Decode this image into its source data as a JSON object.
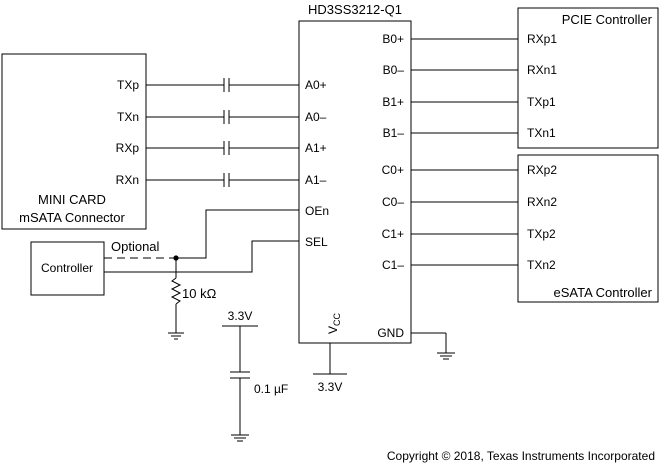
{
  "ic": {
    "name": "HD3SS3212-Q1",
    "left_pins": [
      "A0+",
      "A0–",
      "A1+",
      "A1–",
      "OEn",
      "SEL"
    ],
    "right_pins": [
      "B0+",
      "B0–",
      "B1+",
      "B1–",
      "C0+",
      "C0–",
      "C1+",
      "C1–",
      "GND"
    ],
    "vcc_main": "V",
    "vcc_sub": "CC",
    "vcc_supply": "3.3V"
  },
  "mini_card": {
    "title_line1": "MINI CARD",
    "title_line2": "mSATA Connector",
    "pins": [
      "TXp",
      "TXn",
      "RXp",
      "RXn"
    ]
  },
  "pcie": {
    "title": "PCIE Controller",
    "pins": [
      "RXp1",
      "RXn1",
      "TXp1",
      "TXn1"
    ]
  },
  "esata": {
    "title": "eSATA Controller",
    "pins": [
      "RXp2",
      "RXn2",
      "TXp2",
      "TXn2"
    ]
  },
  "controller": {
    "label": "Controller",
    "optional_label": "Optional"
  },
  "resistor": {
    "label": "10 kΩ"
  },
  "decoupling": {
    "supply": "3.3V",
    "cap_label": "0.1 µF"
  },
  "footer": {
    "copyright": "Copyright © 2018, Texas Instruments Incorporated"
  }
}
